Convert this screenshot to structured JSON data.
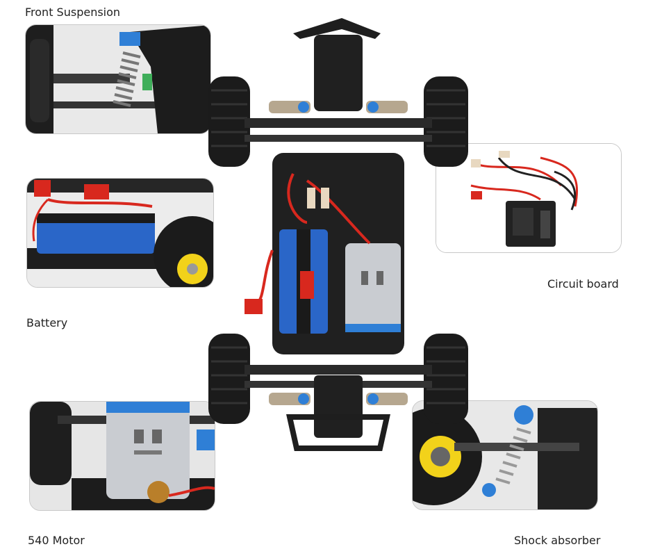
{
  "labels": {
    "front_suspension": "Front Suspension",
    "circuit_board": "Circuit board",
    "battery": "Battery",
    "motor": "540 Motor",
    "shock_absorber": "Shock absorber"
  },
  "colors": {
    "tire": "#1b1b1b",
    "chassis": "#202020",
    "accent_blue": "#2f7fd6",
    "battery_blue": "#2a66c8",
    "wire_red": "#d8281e",
    "wheel_yellow": "#f2d21a",
    "motor_silver": "#c9ccd1"
  }
}
